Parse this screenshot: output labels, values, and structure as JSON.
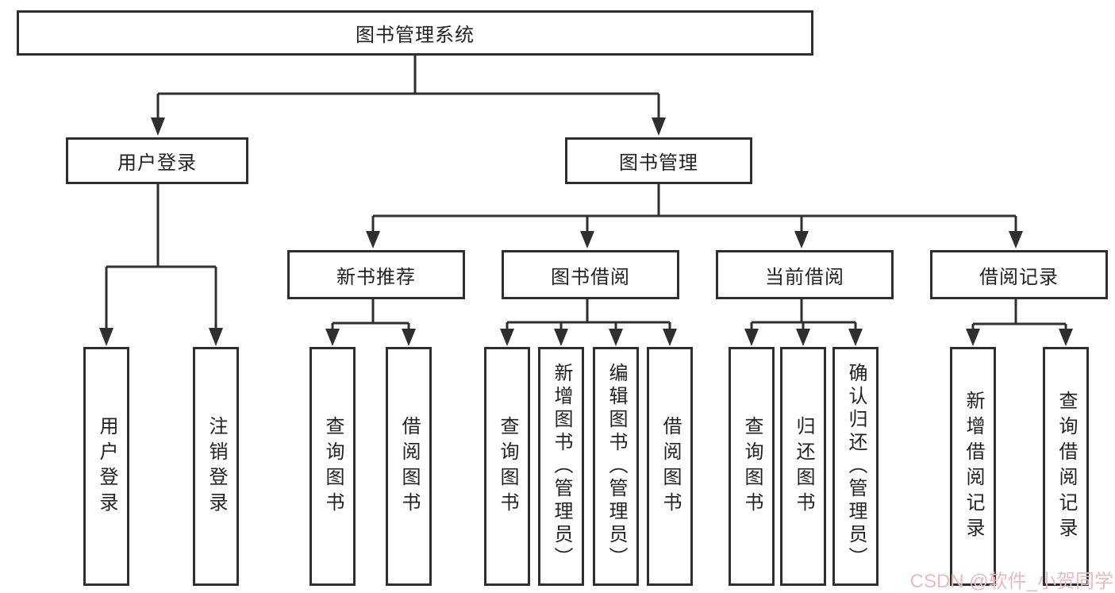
{
  "nodes": {
    "root": "图书管理系统",
    "user_login": "用户登录",
    "book_management": "图书管理",
    "new_book_recommendation": "新书推荐",
    "book_borrowing": "图书借阅",
    "current_borrowing": "当前借阅",
    "borrowing_records": "借阅记录"
  },
  "leaves": {
    "user_login": "用户登录",
    "logout": "注销登录",
    "nb_query_books": "查询图书",
    "nb_borrow_books": "借阅图书",
    "bb_query_books": "查询图书",
    "bb_add_books_admin": "新增图书（管理员）",
    "bb_edit_books_admin": "编辑图书（管理员）",
    "bb_borrow_books": "借阅图书",
    "cb_query_books": "查询图书",
    "cb_return_books": "归还图书",
    "cb_confirm_return_admin": "确认归还（管理员）",
    "br_add_record": "新增借阅记录",
    "br_query_record": "查询借阅记录"
  },
  "watermark": {
    "text": "CSDN @软件_小贺同学",
    "color": "#ecb9bd"
  },
  "colors": {
    "line": "#2f2f2f",
    "box_border": "#2f2f2f",
    "box_background": "#ffffff",
    "text": "#222222",
    "page_background": "#ffffff"
  }
}
